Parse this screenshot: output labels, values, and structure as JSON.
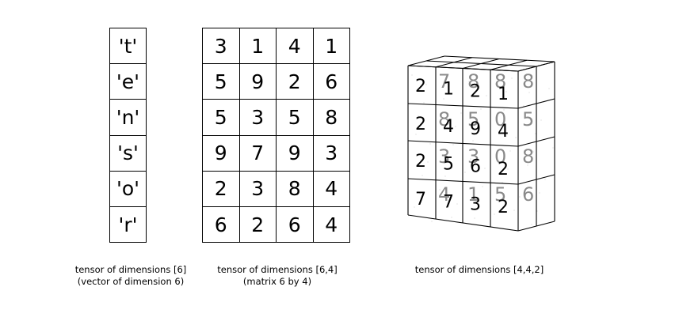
{
  "vector": {
    "values": [
      "'t'",
      "'e'",
      "'n'",
      "'s'",
      "'o'",
      "'r'"
    ],
    "caption_line1": "tensor of dimensions [6]",
    "caption_line2": "(vector of dimension 6)"
  },
  "matrix": {
    "rows": [
      [
        "3",
        "1",
        "4",
        "1"
      ],
      [
        "5",
        "9",
        "2",
        "6"
      ],
      [
        "5",
        "3",
        "5",
        "8"
      ],
      [
        "9",
        "7",
        "9",
        "3"
      ],
      [
        "2",
        "3",
        "8",
        "4"
      ],
      [
        "6",
        "2",
        "6",
        "4"
      ]
    ],
    "caption_line1": "tensor of dimensions [6,4]",
    "caption_line2": "(matrix 6 by 4)"
  },
  "tensor": {
    "front_layer": [
      [
        "2",
        "1",
        "2",
        "1"
      ],
      [
        "2",
        "4",
        "9",
        "4"
      ],
      [
        "2",
        "5",
        "6",
        "2"
      ],
      [
        "7",
        "7",
        "3",
        "2"
      ]
    ],
    "back_layer": [
      [
        "",
        "7",
        "8",
        "8",
        "8"
      ],
      [
        "",
        "8",
        "5",
        "0",
        "5"
      ],
      [
        "",
        "3",
        "3",
        "0",
        "8"
      ],
      [
        "",
        "4",
        "1",
        "5",
        "6"
      ]
    ],
    "caption": "tensor of dimensions [4,4,2]"
  }
}
